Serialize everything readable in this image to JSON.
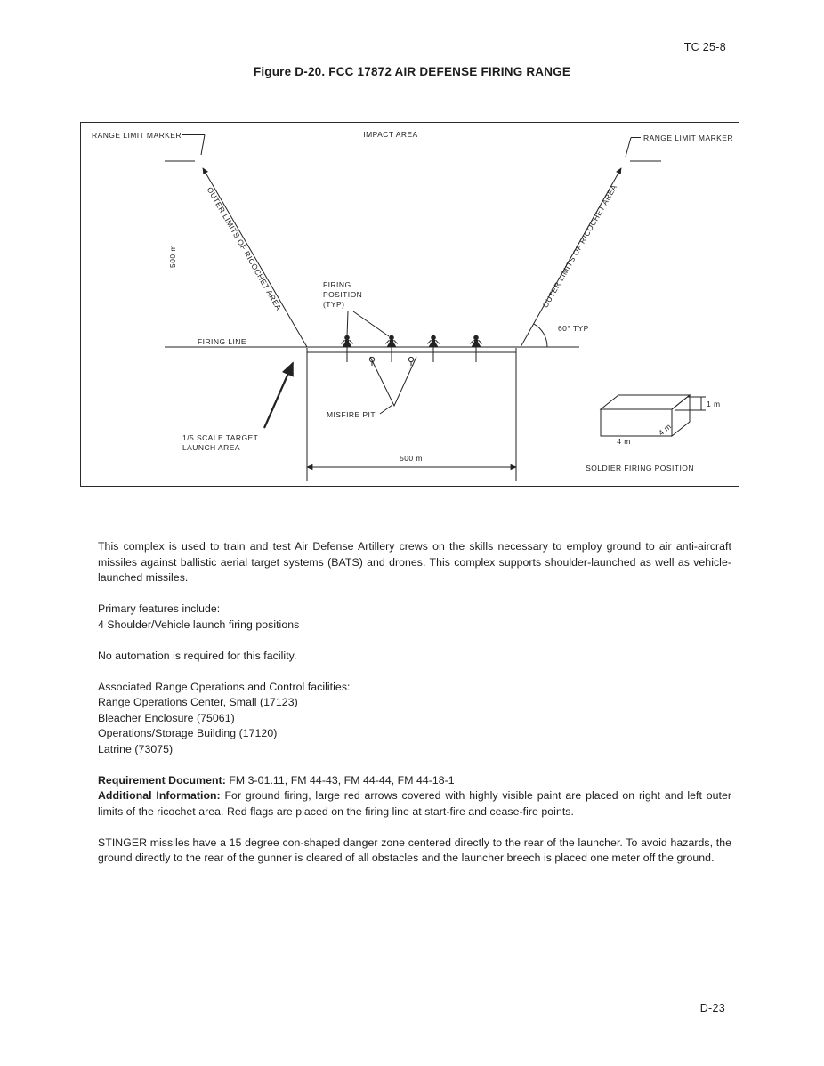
{
  "header": {
    "doc_number": "TC 25-8",
    "figure_title": "Figure D-20.  FCC 17872 AIR DEFENSE FIRING RANGE"
  },
  "diagram": {
    "impact_area": "IMPACT AREA",
    "range_limit_marker_left": "RANGE LIMIT MARKER",
    "range_limit_marker_right": "RANGE LIMIT MARKER",
    "outer_limits_left": "OUTER LIMITS OF RICOCHET AREA",
    "outer_limits_right": "OUTER LIMITS OF RICOCHET AREA",
    "dim_500m_left": "500 m",
    "firing_line": "FIRING LINE",
    "firing_position_line1": "FIRING",
    "firing_position_line2": "POSITION",
    "firing_position_line3": "(TYP)",
    "angle_label": "60° TYP",
    "misfire_pit": "MISFIRE PIT",
    "target_launch_line1": "1/5 SCALE TARGET",
    "target_launch_line2": "LAUNCH AREA",
    "dim_500m_bottom": "500 m",
    "box_height": "1 m",
    "box_front": "4 m",
    "box_side": "4 m",
    "soldier_firing_position": "SOLDIER FIRING POSITION"
  },
  "body": {
    "intro": "This complex is used to train and test Air Defense Artillery crews on the skills necessary to employ ground to air anti-aircraft missiles against ballistic aerial target systems (BATS) and drones. This complex supports shoulder-launched as well as vehicle-launched missiles.",
    "features_heading": "Primary features include:",
    "features_item": "4 Shoulder/Vehicle launch firing positions",
    "automation_note": "No automation is required for this facility.",
    "associated_heading": "Associated Range Operations and Control facilities:",
    "associated_items": [
      "Range Operations Center, Small (17123)",
      "Bleacher Enclosure (75061)",
      "Operations/Storage Building (17120)",
      "Latrine (73075)"
    ],
    "requirement_label": "Requirement Document:",
    "requirement_text": "FM 3-01.11, FM 44-43, FM 44-44, FM 44-18-1",
    "additional_label": "Additional Information:",
    "additional_text": "For ground firing, large red arrows covered with highly visible paint are placed on right and left outer limits of the ricochet area.  Red flags are placed on the firing line at start-fire and cease-fire points.",
    "stinger_note": "STINGER missiles have a 15 degree con-shaped danger zone centered directly to the rear of the launcher.  To avoid hazards, the ground directly to the rear of the gunner is cleared of all obstacles and the launcher breech is placed one meter off the ground."
  },
  "footer": {
    "page_number": "D-23"
  }
}
